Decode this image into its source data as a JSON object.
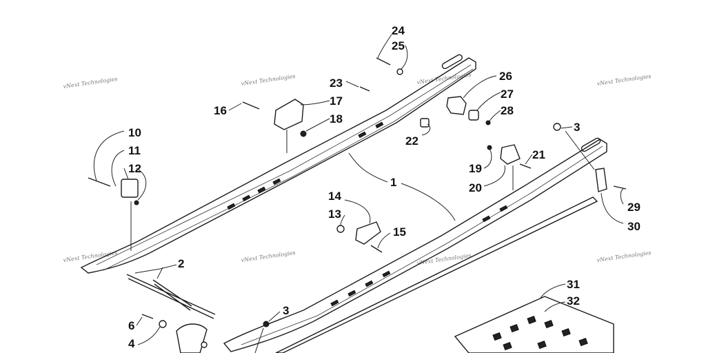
{
  "watermark": "vNext Technologies",
  "callouts": [
    "1",
    "2",
    "3",
    "4",
    "6",
    "10",
    "11",
    "12",
    "13",
    "14",
    "15",
    "16",
    "17",
    "18",
    "19",
    "20",
    "21",
    "22",
    "23",
    "24",
    "25",
    "26",
    "27",
    "28",
    "29",
    "30",
    "31",
    "32"
  ]
}
